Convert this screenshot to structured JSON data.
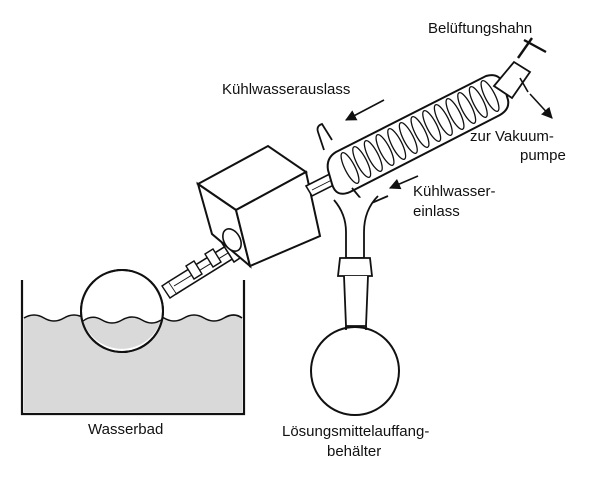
{
  "labels": {
    "vent_valve": "Belüftungshahn",
    "coolant_outlet": "Kühlwasserauslass",
    "vacuum_line1": "zur Vakuum-",
    "vacuum_line2": "pumpe",
    "coolant_inlet_line1": "Kühlwasser-",
    "coolant_inlet_line2": "einlass",
    "water_bath": "Wasserbad",
    "receiver_line1": "Lösungsmittelauffang-",
    "receiver_line2": "behälter"
  },
  "colors": {
    "ink": "#111111",
    "water": "#d9d9d9",
    "glass": "#ffffff"
  },
  "condenser_coil_turns": 13
}
